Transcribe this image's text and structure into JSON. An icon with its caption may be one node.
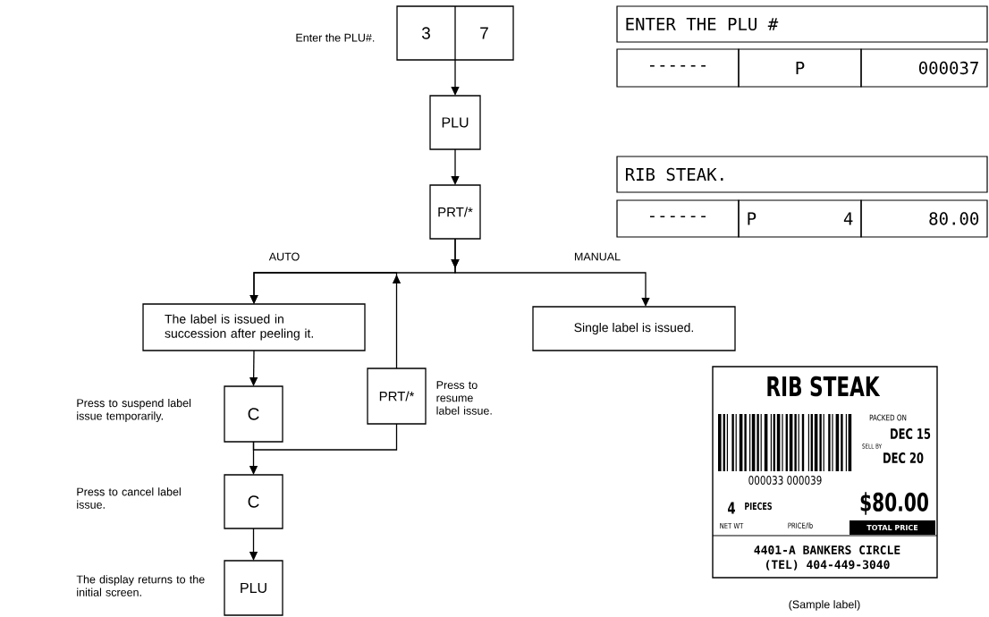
{
  "diagram": {
    "nodes": [
      {
        "text": [
          "3",
          "7"
        ],
        "beside": [
          "Enter the PLU#."
        ]
      },
      {
        "text": [
          "PLU"
        ]
      },
      {
        "text": [
          "PRT/*"
        ]
      },
      {
        "text": [
          "The label is issued in succession after peeling it."
        ]
      },
      {
        "text": [
          "Single label is issued."
        ]
      },
      {
        "text": [
          "C"
        ],
        "beside": [
          "Press to suspend label issue temporarily."
        ]
      },
      {
        "text": [
          "PRT/*"
        ],
        "beside": [
          "Press to resume label issue."
        ]
      },
      {
        "text": [
          "C"
        ],
        "beside": [
          "Press to cancel label issue."
        ]
      },
      {
        "text": [
          "PLU"
        ],
        "beside": [
          "The display returns to the initial screen."
        ]
      }
    ],
    "edges": [
      {
        "from": 0,
        "to": 1,
        "arrow": "to"
      },
      {
        "from": 1,
        "to": 2,
        "arrow": "to"
      },
      {
        "from": 2,
        "to": 3,
        "arrow": "to",
        "label": "AUTO"
      },
      {
        "from": 2,
        "to": 4,
        "arrow": "to",
        "label": "MANUAL"
      },
      {
        "from": 3,
        "to": 5,
        "arrow": "to"
      },
      {
        "from": 5,
        "to": 6,
        "arrow": "none"
      },
      {
        "from": 6,
        "to": 3,
        "arrow": "to"
      },
      {
        "from": 5,
        "to": 7,
        "arrow": "to"
      },
      {
        "from": 7,
        "to": 8,
        "arrow": "to"
      }
    ],
    "labels": [
      "ENTER THE PLU #",
      "------",
      "P",
      "000037",
      "RIB STEAK.",
      "------",
      "P",
      "4",
      "80.00",
      "RIB STEAK",
      "PACKED ON",
      "DEC 15",
      "SELL BY",
      "DEC 20",
      "000033 000039",
      "$80.00",
      "4",
      "PIECES",
      "NET WT",
      "PRICE/lb",
      "TOTAL PRICE",
      "4401-A BANKERS CIRCLE",
      "(TEL) 404-449-3040",
      "(Sample label)"
    ]
  }
}
